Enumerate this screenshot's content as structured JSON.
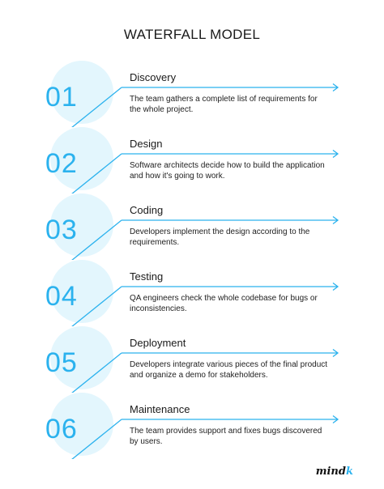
{
  "title": "WATERFALL MODEL",
  "accent_color": "#2bb2ee",
  "circle_color": "#e3f6fd",
  "steps": [
    {
      "number": "01",
      "title": "Discovery",
      "description": "The team gathers a complete list of requirements for the whole project."
    },
    {
      "number": "02",
      "title": "Design",
      "description": "Software architects decide how to build the application and how it's going to work."
    },
    {
      "number": "03",
      "title": "Coding",
      "description": "Developers implement the design according to the requirements."
    },
    {
      "number": "04",
      "title": "Testing",
      "description": "QA engineers check the whole codebase for bugs or inconsistencies."
    },
    {
      "number": "05",
      "title": "Deployment",
      "description": "Developers integrate various pieces of the final product and organize a demo for stakeholders."
    },
    {
      "number": "06",
      "title": "Maintenance",
      "description": "The team provides support and fixes bugs discovered by users."
    }
  ],
  "logo": {
    "text": "mind",
    "accent_letter": "k"
  }
}
